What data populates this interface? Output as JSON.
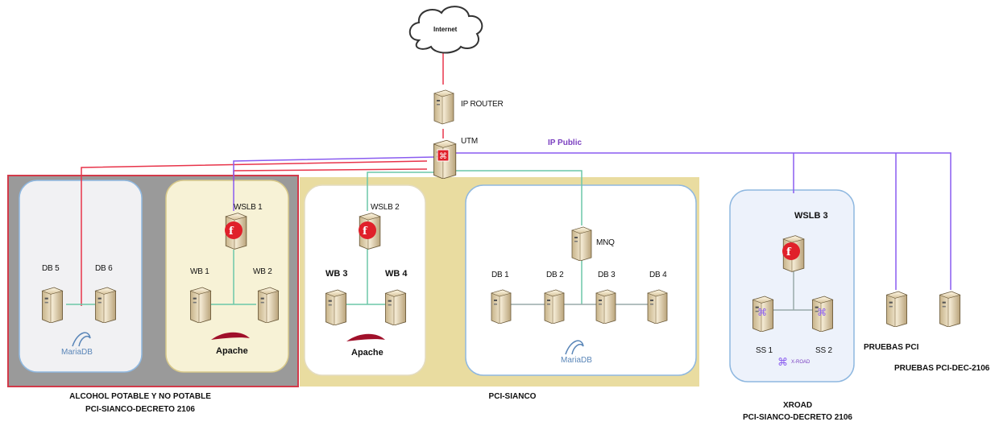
{
  "internet": {
    "label": "Internet"
  },
  "router": {
    "label": "IP ROUTER"
  },
  "utm": {
    "label": "UTM"
  },
  "ip_public": {
    "label": "IP Public"
  },
  "groups": {
    "alcohol": {
      "caption_line1": "ALCOHOL POTABLE Y NO POTABLE",
      "caption_line2": "PCI-SIANCO-DECRETO 2106"
    },
    "pci_sianco": {
      "caption": "PCI-SIANCO"
    },
    "xroad": {
      "caption_line1": "XROAD",
      "caption_line2": "PCI-SIANCO-DECRETO 2106"
    }
  },
  "servers": {
    "db5": "DB 5",
    "db6": "DB 6",
    "wslb1": "WSLB 1",
    "wb1": "WB 1",
    "wb2": "WB 2",
    "wslb2": "WSLB 2",
    "wb3": "WB 3",
    "wb4": "WB 4",
    "mnq": "MNQ",
    "db1": "DB 1",
    "db2": "DB 2",
    "db3": "DB 3",
    "db4": "DB 4",
    "wslb3": "WSLB 3",
    "ss1": "SS 1",
    "ss2": "SS 2",
    "xroad_logo": "X-ROAD",
    "pruebas_pci": "PRUEBAS PCI",
    "pruebas_pci_dec": "PRUEBAS PCI-DEC-2106"
  },
  "logos": {
    "mariadb": "MariaDB",
    "apache": "Apache"
  },
  "colors": {
    "red_line": "#e8344a",
    "purple_line": "#8a5cf0",
    "green_line": "#6cc7a8",
    "blue_border": "#8fb8e0",
    "zone_gray": "#9a9a9a",
    "zone_tan": "#e9dca0",
    "zone_border_red": "#d23a4a",
    "loadbalancer_red": "#e0202a",
    "ip_public_text": "#7a3fc0"
  }
}
